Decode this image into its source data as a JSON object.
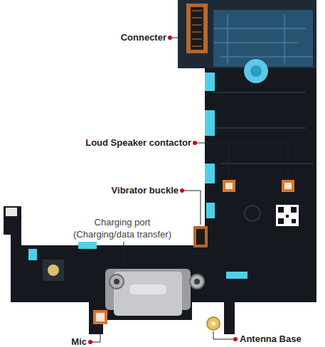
{
  "diagram": {
    "labels": [
      "Connecter",
      "Loud Speaker contactor",
      "Vibrator buckle",
      "Charging port",
      "(Charging/data transfer)",
      "Mic",
      "Antenna Base"
    ]
  }
}
